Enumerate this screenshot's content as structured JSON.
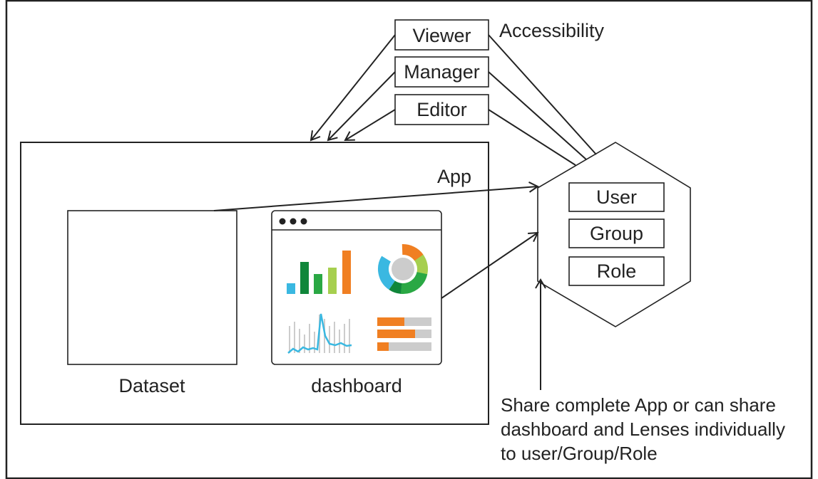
{
  "roles_box": {
    "items": [
      "Viewer",
      "Manager",
      "Editor"
    ]
  },
  "accessibility_label": "Accessibility",
  "app_label": "App",
  "dataset_label": "Dataset",
  "dashboard_label": "dashboard",
  "principals": {
    "items": [
      "User",
      "Group",
      "Role"
    ]
  },
  "share_note": {
    "lines": [
      "Share complete App or can share",
      "dashboard and Lenses individually",
      "to user/Group/Role"
    ]
  },
  "colors": {
    "orange": "#f07f22",
    "green_light": "#a6cf4f",
    "green": "#2aa844",
    "green_dark": "#10863a",
    "cyan": "#3ab8e1",
    "gray": "#cccccc",
    "line": "#222222"
  },
  "icons": {
    "dots": "window-dots-icon",
    "bar": "bar-chart-icon",
    "donut": "donut-chart-icon",
    "line": "line-chart-icon",
    "hbar": "horizontal-bar-chart-icon"
  }
}
